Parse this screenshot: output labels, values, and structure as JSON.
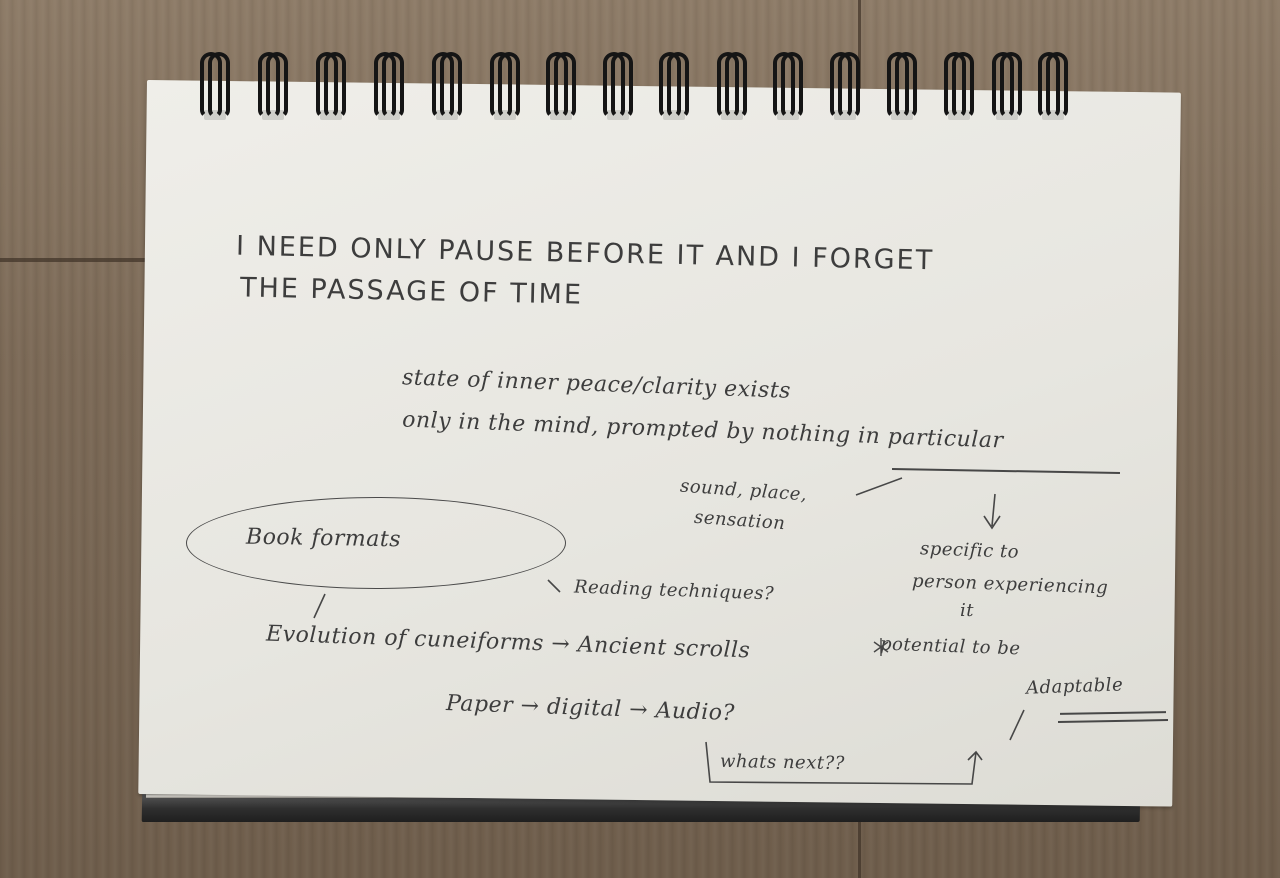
{
  "notebook": {
    "title_line_1": "I NEED ONLY PAUSE BEFORE IT AND I FORGET",
    "title_line_2": "THE PASSAGE OF TIME",
    "note_line_1": "state of inner peace/clarity exists",
    "note_line_2": "only in the mind, prompted by nothing in particular",
    "note_triggers": "sound, place,",
    "note_triggers_2": "sensation",
    "note_specific_1": "specific to",
    "note_specific_2": "person experiencing",
    "note_specific_3": "it",
    "oval_label": "Book formats",
    "reading_techniques": "Reading techniques?",
    "evolution_line": "Evolution of cuneiforms → Ancient scrolls",
    "potential": "potential to be",
    "adaptable": "Adaptable",
    "paper_line": "Paper → digital → Audio?",
    "whats_next": "whats next??"
  },
  "colors": {
    "ink": "#3d3d3d",
    "paper": "#e9e8e2",
    "wood": "#7c6a57",
    "spiral": "#151515"
  }
}
